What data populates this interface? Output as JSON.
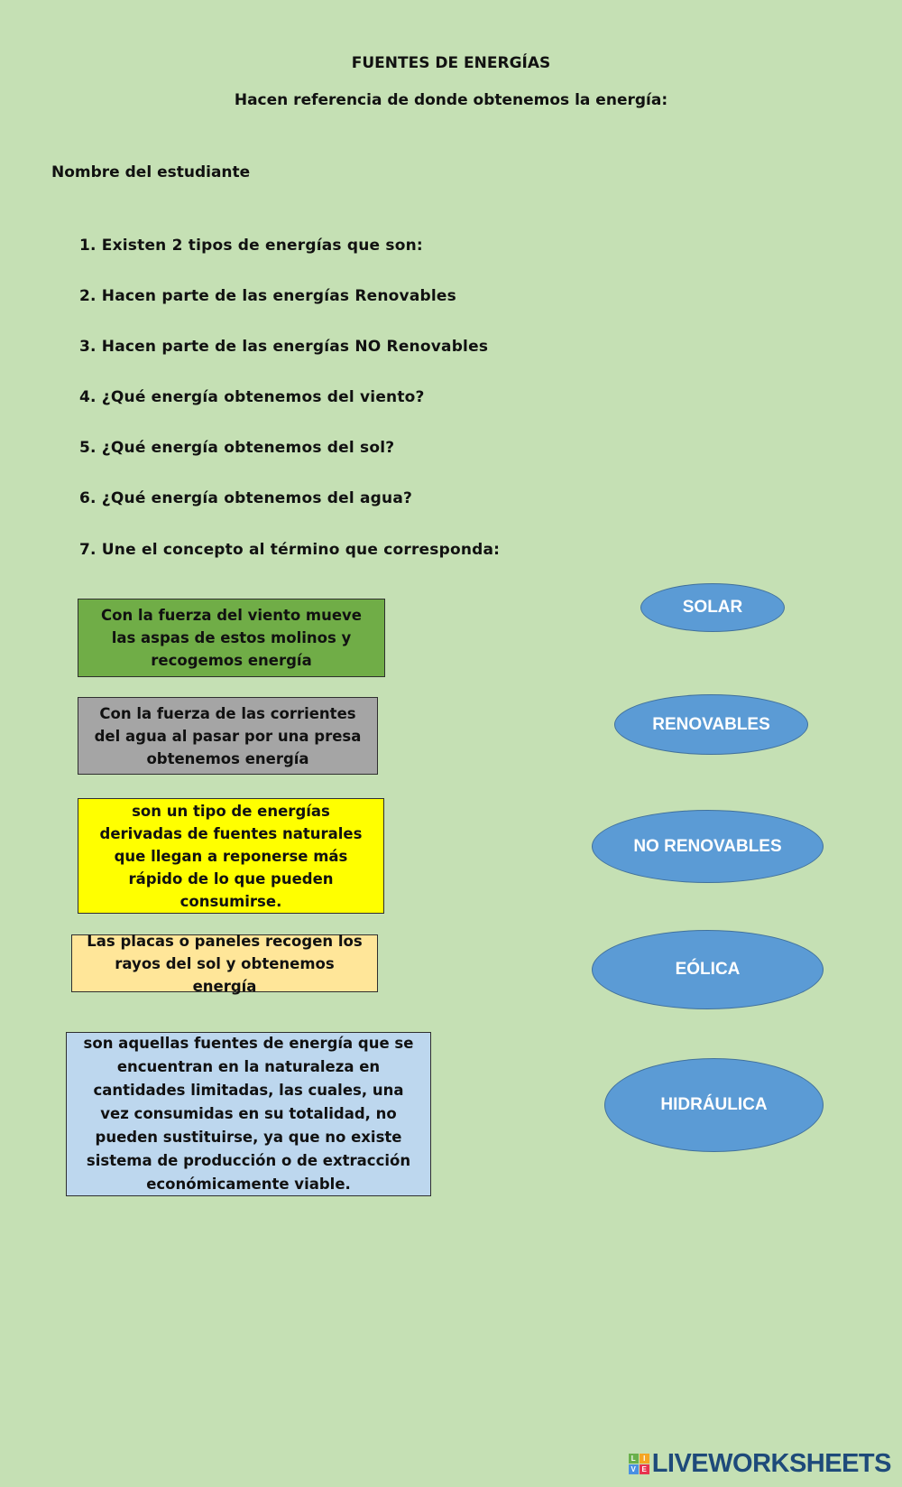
{
  "header": {
    "title": "FUENTES DE ENERGÍAS",
    "subtitle": "Hacen referencia de donde obtenemos la energía:"
  },
  "student_label": "Nombre del estudiante",
  "questions": [
    "1. Existen 2 tipos de energías que son:",
    "2. Hacen parte de las energías Renovables",
    "3. Hacen parte de las energías NO Renovables",
    "4. ¿Qué energía obtenemos del viento?",
    "5. ¿Qué energía obtenemos del sol?",
    "6. ¿Qué energía obtenemos del agua?",
    "7. Une el concepto al término que corresponda:"
  ],
  "concepts": [
    {
      "text": "Con la fuerza del viento mueve las aspas de estos molinos y recogemos energía",
      "color": "#70ad47"
    },
    {
      "text": "Con la fuerza de las corrientes del agua al pasar por una presa obtenemos energía",
      "color": "#a5a5a5"
    },
    {
      "text": "son un tipo de energías derivadas de fuentes naturales que llegan a reponerse más rápido de lo que pueden consumirse.",
      "color": "#ffff00"
    },
    {
      "text": "Las placas o paneles recogen los rayos del sol y obtenemos energía",
      "color": "#ffe699"
    },
    {
      "text": "son aquellas fuentes de energía que se encuentran en la naturaleza en cantidades limitadas, las cuales, una vez consumidas en su totalidad, no pueden sustituirse,  ya que no existe sistema de producción o de extracción económicamente viable.",
      "color": "#bdd7ee"
    }
  ],
  "terms": [
    "SOLAR",
    "RENOVABLES",
    "NO RENOVABLES",
    "EÓLICA",
    "HIDRÁULICA"
  ],
  "logo": {
    "text": "LIVEWORKSHEETS",
    "cubes": [
      "L",
      "I",
      "V",
      "E"
    ]
  }
}
